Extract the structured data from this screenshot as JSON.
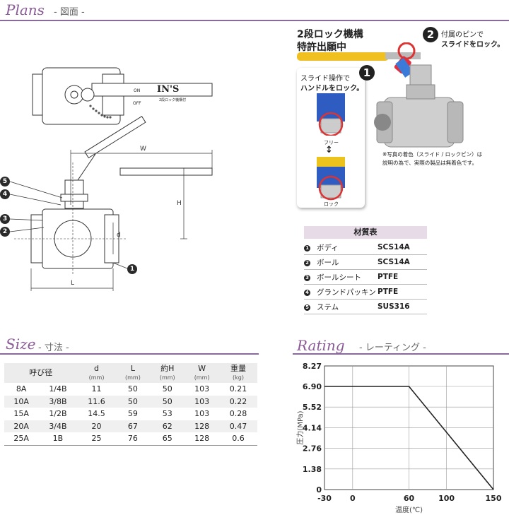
{
  "plans": {
    "title": "Plans",
    "subtitle": "- 図面 -"
  },
  "size": {
    "title": "Size",
    "subtitle": "- 寸法 -"
  },
  "rating": {
    "title": "Rating",
    "subtitle": "- レーティング -"
  },
  "drawing": {
    "handle_on": "ON",
    "handle_off": "OFF",
    "handle_logo": "IN'S",
    "handle_text": "2段ロック機構付",
    "dim_w": "W",
    "dim_h": "H",
    "dim_d": "d",
    "dim_l": "L",
    "callouts": [
      "5",
      "4",
      "3",
      "2",
      "1"
    ]
  },
  "feature": {
    "headline_1": "2段ロック機構",
    "headline_2": "特許出願中",
    "badge_1": "1",
    "badge_2": "2",
    "note2_line1": "付属のピンで",
    "note2_line2": "スライドをロック。",
    "note1_line1": "スライド操作で",
    "note1_line2": "ハンドルをロック。",
    "free_label": "フリー",
    "lock_label": "ロック",
    "arrow": "↕",
    "photo_note_1": "※写真の着色（スライド / ロックピン）は",
    "photo_note_2": "説明の為で、実際の製品は無着色です。"
  },
  "materials": {
    "header": "材質表",
    "rows": [
      {
        "no": "1",
        "part": "ボディ",
        "material": "SCS14A"
      },
      {
        "no": "2",
        "part": "ボール",
        "material": "SCS14A"
      },
      {
        "no": "3",
        "part": "ボールシート",
        "material": "PTFE"
      },
      {
        "no": "4",
        "part": "グランドパッキン",
        "material": "PTFE"
      },
      {
        "no": "5",
        "part": "ステム",
        "material": "SUS316"
      }
    ]
  },
  "size_table": {
    "headers": [
      "呼び径",
      "d",
      "L",
      "約H",
      "W",
      "重量"
    ],
    "units": [
      "",
      "(mm)",
      "(mm)",
      "(mm)",
      "(mm)",
      "(kg)"
    ],
    "rows": [
      [
        "8A",
        "1/4B",
        "11",
        "50",
        "50",
        "103",
        "0.21"
      ],
      [
        "10A",
        "3/8B",
        "11.6",
        "50",
        "50",
        "103",
        "0.22"
      ],
      [
        "15A",
        "1/2B",
        "14.5",
        "59",
        "53",
        "103",
        "0.28"
      ],
      [
        "20A",
        "3/4B",
        "20",
        "67",
        "62",
        "128",
        "0.47"
      ],
      [
        "25A",
        "1B",
        "25",
        "76",
        "65",
        "128",
        "0.6"
      ]
    ]
  },
  "chart_data": {
    "type": "line",
    "xlabel": "温度(℃)",
    "ylabel": "圧力(MPa)",
    "x_ticks": [
      "-30",
      "0",
      "60",
      "100",
      "150"
    ],
    "y_ticks": [
      "0",
      "1.38",
      "2.76",
      "4.14",
      "5.52",
      "6.90",
      "8.27"
    ],
    "xlim": [
      -30,
      150
    ],
    "ylim": [
      0,
      8.27
    ],
    "series": [
      {
        "x": [
          -30,
          60,
          150
        ],
        "y": [
          6.9,
          6.9,
          0
        ]
      }
    ],
    "grid": true
  }
}
